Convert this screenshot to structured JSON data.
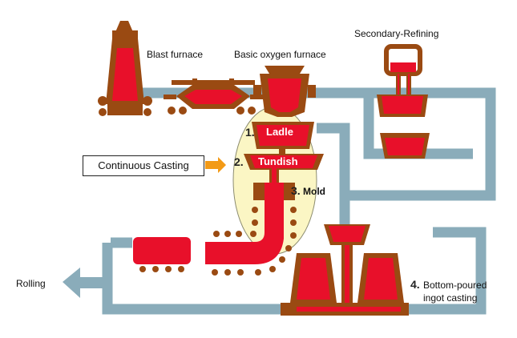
{
  "labels": {
    "blast_furnace": "Blast furnace",
    "bof": "Basic oxygen furnace",
    "secondary_refining": "Secondary-Refining",
    "continuous_casting": "Continuous Casting",
    "rolling": "Rolling",
    "ingot_line1": "Bottom-poured",
    "ingot_line2": "ingot casting"
  },
  "steps": {
    "ladle_num": "1.",
    "ladle": "Ladle",
    "tundish_num": "2.",
    "tundish": "Tundish",
    "mold_num": "3.",
    "mold": "Mold",
    "ingot_num": "4."
  },
  "colors": {
    "pipe": "#8aacba",
    "molten": "#e8102a",
    "vessel": "#9a4a12",
    "highlight": "#fbf6c4",
    "arrow": "#f39a16"
  }
}
